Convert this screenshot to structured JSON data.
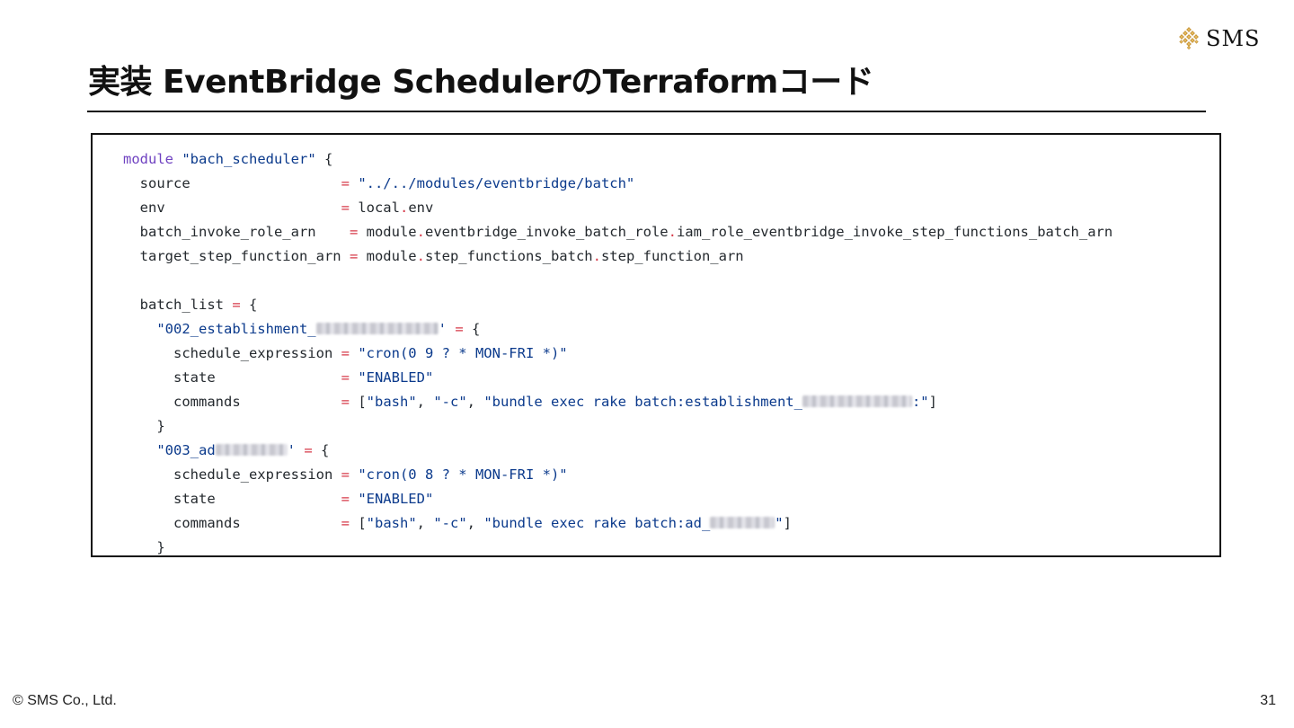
{
  "logo": {
    "text": "SMS"
  },
  "title": "実装 EventBridge SchedulerのTerraformコード",
  "code": {
    "l1_kw": "module",
    "l1_str": "\"bach_scheduler\"",
    "l1_brace": " {",
    "l2_key": "  source                  ",
    "l2_eq": "=",
    "l2_val": " \"../../modules/eventbridge/batch\"",
    "l3_key": "  env                     ",
    "l3_eq": "=",
    "l3_v1": " local",
    "l3_dot": ".",
    "l3_v2": "env",
    "l4_key": "  batch_invoke_role_arn    ",
    "l4_eq": "=",
    "l4_v1": " module",
    "l4_dot1": ".",
    "l4_v2": "eventbridge_invoke_batch_role",
    "l4_dot2": ".",
    "l4_v3": "iam_role_eventbridge_invoke_step_functions_batch_arn",
    "l5_key": "  target_step_function_arn ",
    "l5_eq": "=",
    "l5_v1": " module",
    "l5_dot1": ".",
    "l5_v2": "step_functions_batch",
    "l5_dot2": ".",
    "l5_v3": "step_function_arn",
    "l7_key": "  batch_list ",
    "l7_eq": "=",
    "l7_brace": " {",
    "l8_str": "    \"002_establishment_",
    "l8_tail": "'",
    "l8_eq": " =",
    "l8_brace": " {",
    "l9_key": "      schedule_expression ",
    "l9_eq": "=",
    "l9_val": " \"cron(0 9 ? * MON-FRI *)\"",
    "l10_key": "      state               ",
    "l10_eq": "=",
    "l10_val": " \"ENABLED\"",
    "l11_key": "      commands            ",
    "l11_eq": "=",
    "l11_open": " [",
    "l11_s1": "\"bash\"",
    "l11_c1": ", ",
    "l11_s2": "\"-c\"",
    "l11_c2": ", ",
    "l11_s3": "\"bundle exec rake batch:establishment_",
    "l11_s3_tail": ":\"",
    "l11_close": "]",
    "l12_brace": "    }",
    "l13_str": "    \"003_ad",
    "l13_tail": "'",
    "l13_eq": " =",
    "l13_brace": " {",
    "l14_key": "      schedule_expression ",
    "l14_eq": "=",
    "l14_val": " \"cron(0 8 ? * MON-FRI *)\"",
    "l15_key": "      state               ",
    "l15_eq": "=",
    "l15_val": " \"ENABLED\"",
    "l16_key": "      commands            ",
    "l16_eq": "=",
    "l16_open": " [",
    "l16_s1": "\"bash\"",
    "l16_c1": ", ",
    "l16_s2": "\"-c\"",
    "l16_c2": ", ",
    "l16_s3": "\"bundle exec rake batch:ad_",
    "l16_s3_tail": "\"",
    "l16_close": "]",
    "l17_brace": "    }"
  },
  "footer": {
    "copyright": "© SMS Co., Ltd.",
    "page_number": "31"
  },
  "colors": {
    "keyword": "#6f42c1",
    "string": "#0b3a8c",
    "operator": "#d73a49",
    "text": "#24292e",
    "logo_gold": "#c9962b"
  }
}
